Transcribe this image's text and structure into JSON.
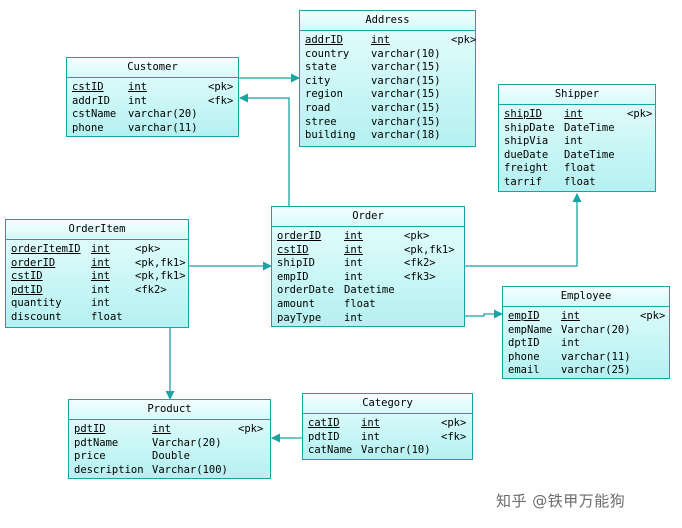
{
  "entities": {
    "address": {
      "title": "Address",
      "rows": [
        [
          "addrID",
          "int",
          "<pk>"
        ],
        [
          "country",
          "varchar(10)",
          ""
        ],
        [
          "state",
          "varchar(15)",
          ""
        ],
        [
          "city",
          "varchar(15)",
          ""
        ],
        [
          "region",
          "varchar(15)",
          ""
        ],
        [
          "road",
          "varchar(15)",
          ""
        ],
        [
          "stree",
          "varchar(15)",
          ""
        ],
        [
          "building",
          "varchar(18)",
          ""
        ]
      ]
    },
    "customer": {
      "title": "Customer",
      "rows": [
        [
          "cstID",
          "int",
          "<pk>"
        ],
        [
          "addrID",
          "int",
          "<fk>"
        ],
        [
          "cstName",
          "varchar(20)",
          ""
        ],
        [
          "phone",
          "varchar(11)",
          ""
        ]
      ]
    },
    "shipper": {
      "title": "Shipper",
      "rows": [
        [
          "shipID",
          "int",
          "<pk>"
        ],
        [
          "shipDate",
          "DateTime",
          ""
        ],
        [
          "shipVia",
          "int",
          ""
        ],
        [
          "dueDate",
          "DateTime",
          ""
        ],
        [
          "freight",
          "float",
          ""
        ],
        [
          "tarrif",
          "float",
          ""
        ]
      ]
    },
    "orderitem": {
      "title": "OrderItem",
      "rows": [
        [
          "orderItemID",
          "int",
          "<pk>"
        ],
        [
          "orderID",
          "int",
          "<pk,fk1>"
        ],
        [
          "cstID",
          "int",
          "<pk,fk1>"
        ],
        [
          "pdtID",
          "int",
          "<fk2>"
        ],
        [
          "quantity",
          "int",
          ""
        ],
        [
          "discount",
          "float",
          ""
        ]
      ]
    },
    "order": {
      "title": "Order",
      "rows": [
        [
          "orderID",
          "int",
          "<pk>"
        ],
        [
          "cstID",
          "int",
          "<pk,fk1>"
        ],
        [
          "shipID",
          "int",
          "<fk2>"
        ],
        [
          "empID",
          "int",
          "<fk3>"
        ],
        [
          "orderDate",
          "Datetime",
          ""
        ],
        [
          "amount",
          "float",
          ""
        ],
        [
          "payType",
          "int",
          ""
        ]
      ]
    },
    "employee": {
      "title": "Employee",
      "rows": [
        [
          "empID",
          "int",
          "<pk>"
        ],
        [
          "empName",
          "Varchar(20)",
          ""
        ],
        [
          "dptID",
          "int",
          ""
        ],
        [
          "phone",
          "varchar(11)",
          ""
        ],
        [
          "email",
          "varchar(25)",
          ""
        ]
      ]
    },
    "product": {
      "title": "Product",
      "rows": [
        [
          "pdtID",
          "int",
          "<pk>"
        ],
        [
          "pdtName",
          "Varchar(20)",
          ""
        ],
        [
          "price",
          "Double",
          ""
        ],
        [
          "description",
          "Varchar(100)",
          ""
        ]
      ]
    },
    "category": {
      "title": "Category",
      "rows": [
        [
          "catID",
          "int",
          "<pk>"
        ],
        [
          "pdtID",
          "int",
          "<fk>"
        ],
        [
          "catName",
          "Varchar(10)",
          ""
        ]
      ]
    }
  },
  "watermark": "知乎 @铁甲万能狗",
  "colors": {
    "border": "#1aa3a3",
    "fill": "#c9f6f6",
    "connector": "#1aa3a3"
  }
}
